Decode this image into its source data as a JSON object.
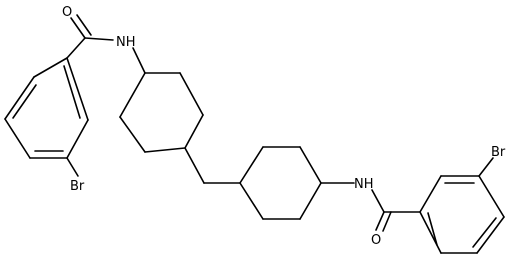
{
  "molecule": {
    "atoms": {
      "o1": "O",
      "nh1": "NH",
      "br1": "Br",
      "nh2": "NH",
      "o2": "O",
      "br2": "Br"
    }
  }
}
